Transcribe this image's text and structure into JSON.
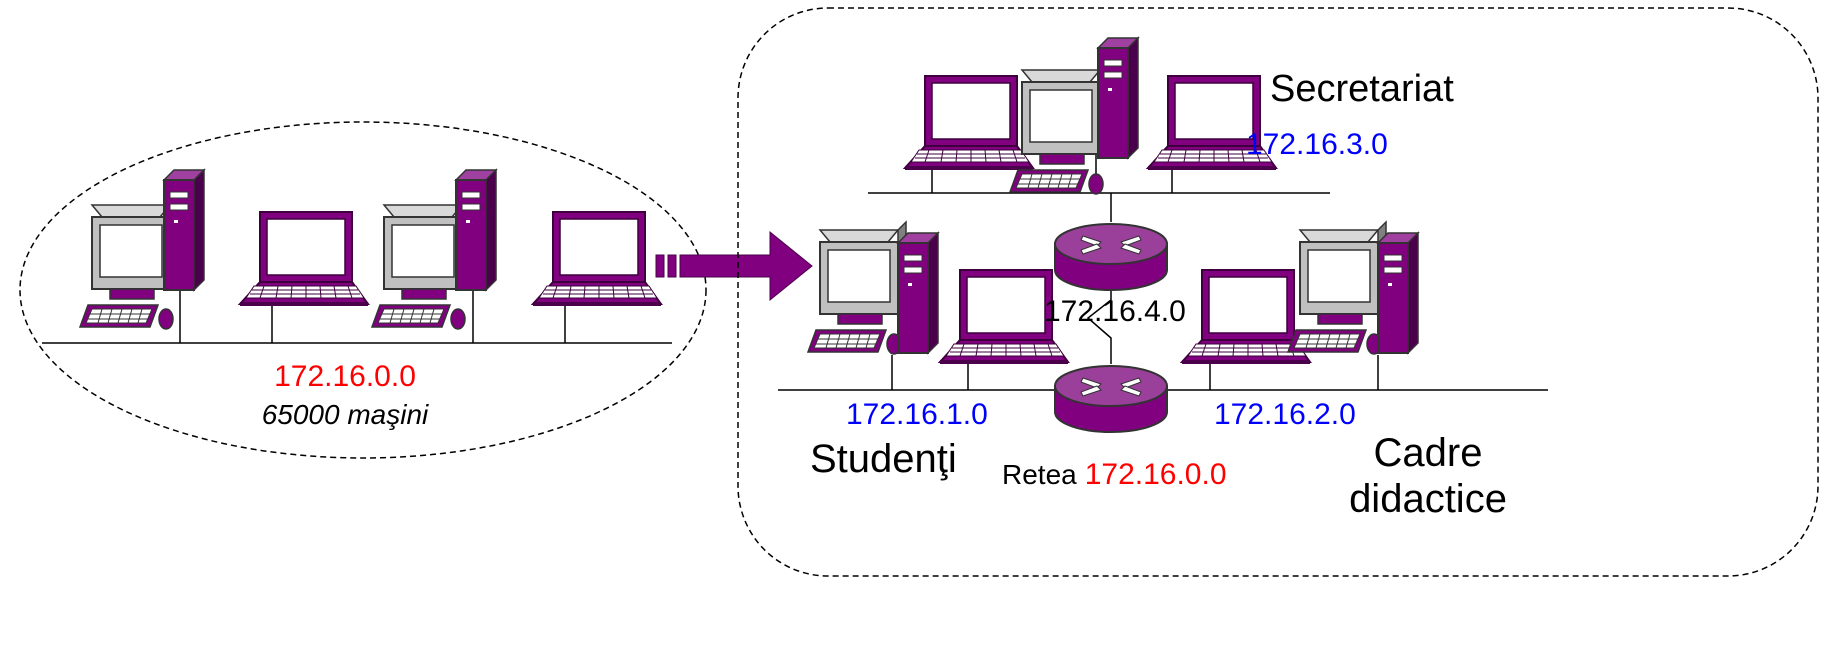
{
  "colors": {
    "device": "#800080",
    "device_dark": "#4b004b",
    "subnet_blue": "#0000ff",
    "network_red": "#ff0000",
    "monitor_gray": "#c0c0c0"
  },
  "left_group": {
    "network_address": "172.16.0.0",
    "machines_caption": "65000 maşini"
  },
  "right_group": {
    "secretariat": {
      "label": "Secretariat",
      "subnet": "172.16.3.0"
    },
    "students": {
      "label": "Studenţi",
      "subnet": "172.16.1.0"
    },
    "staff": {
      "label_line1": "Cadre",
      "label_line2": "didactice",
      "subnet": "172.16.2.0"
    },
    "router_link_subnet": "172.16.4.0",
    "network_prefix": "Retea",
    "network_address": "172.16.0.0"
  }
}
